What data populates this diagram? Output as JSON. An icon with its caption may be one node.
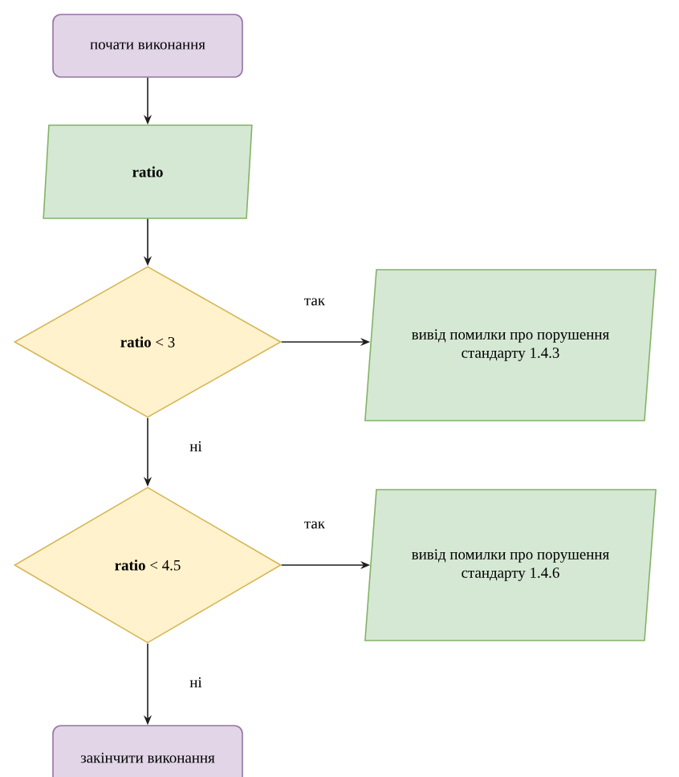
{
  "diagram": {
    "nodes": [
      {
        "text": [
          "почати виконання"
        ]
      },
      {
        "text": [
          "ratio"
        ]
      },
      {
        "text": [
          "**ratio** < 3"
        ]
      },
      {
        "text": [
          "вивід помилки про порушення стандарту 1.4.3"
        ]
      },
      {
        "text": [
          "**ratio** < 4.5"
        ]
      },
      {
        "text": [
          "вивід помилки про порушення стандарту 1.4.6"
        ]
      },
      {
        "text": [
          "закінчити виконання"
        ]
      }
    ],
    "edges": [
      {
        "from": 0,
        "to": 1,
        "arrow": "to"
      },
      {
        "from": 1,
        "to": 2,
        "arrow": "to"
      },
      {
        "from": 2,
        "to": 3,
        "arrow": "to",
        "label": "так"
      },
      {
        "from": 2,
        "to": 4,
        "arrow": "to",
        "label": "ні"
      },
      {
        "from": 4,
        "to": 5,
        "arrow": "to",
        "label": "так"
      },
      {
        "from": 4,
        "to": 6,
        "arrow": "to",
        "label": "ні"
      }
    ]
  }
}
